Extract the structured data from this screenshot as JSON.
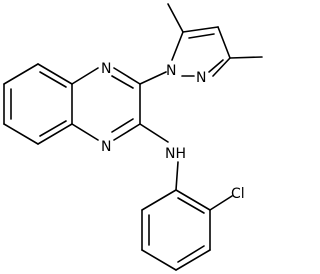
{
  "molecule": {
    "atom_labels": {
      "n_quinox_top": "N",
      "n_quinox_bottom": "N",
      "n_pyrazole_1": "N",
      "n_pyrazole_2": "N",
      "nh": "NH",
      "cl": "Cl"
    }
  }
}
